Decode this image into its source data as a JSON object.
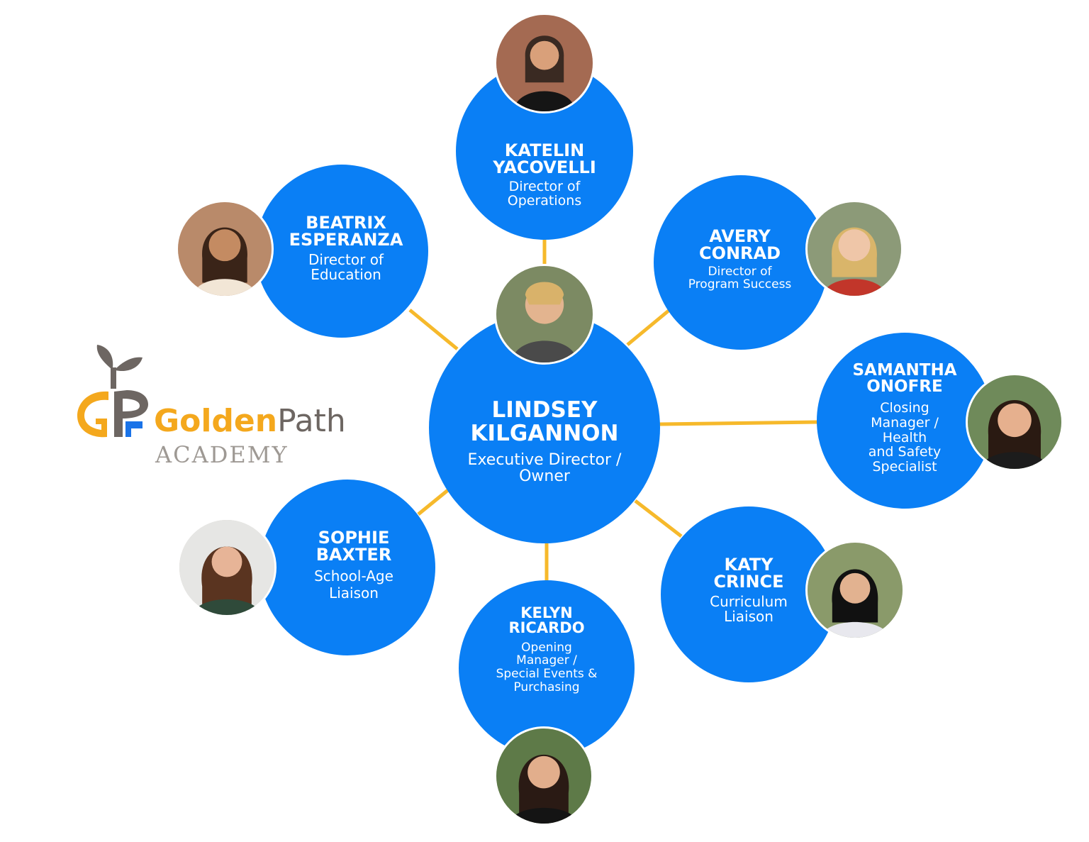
{
  "colors": {
    "node": "#0a7ff5",
    "connector": "#f6b92b",
    "brand_gold": "#f4a81d",
    "brand_gray": "#6d6662"
  },
  "logo": {
    "word1": "Golden",
    "word2": "Path",
    "sub": "ACADEMY",
    "icon": "sprout-gp-logo-icon"
  },
  "center": {
    "name1": "LINDSEY",
    "name2": "KILGANNON",
    "role1": "Executive Director /",
    "role2": "Owner"
  },
  "members": [
    {
      "id": "katelin",
      "name": [
        "KATELIN",
        "YACOVELLI"
      ],
      "role": [
        "Director of",
        "Operations"
      ]
    },
    {
      "id": "beatrix",
      "name": [
        "BEATRIX",
        "ESPERANZA"
      ],
      "role": [
        "Director of",
        "Education"
      ]
    },
    {
      "id": "avery",
      "name": [
        "AVERY",
        "CONRAD"
      ],
      "role": [
        "Director of",
        "Program Success"
      ]
    },
    {
      "id": "samantha",
      "name": [
        "SAMANTHA",
        "ONOFRE"
      ],
      "role": [
        "Closing",
        "Manager /",
        "Health",
        "and Safety",
        "Specialist"
      ]
    },
    {
      "id": "sophie",
      "name": [
        "SOPHIE",
        "BAXTER"
      ],
      "role": [
        "School-Age",
        "Liaison"
      ]
    },
    {
      "id": "katy",
      "name": [
        "KATY",
        "CRINCE"
      ],
      "role": [
        "Curriculum",
        "Liaison"
      ]
    },
    {
      "id": "kelyn",
      "name": [
        "KELYN",
        "RICARDO"
      ],
      "role": [
        "Opening",
        "Manager /",
        "Special Events &",
        "Purchasing"
      ]
    }
  ]
}
